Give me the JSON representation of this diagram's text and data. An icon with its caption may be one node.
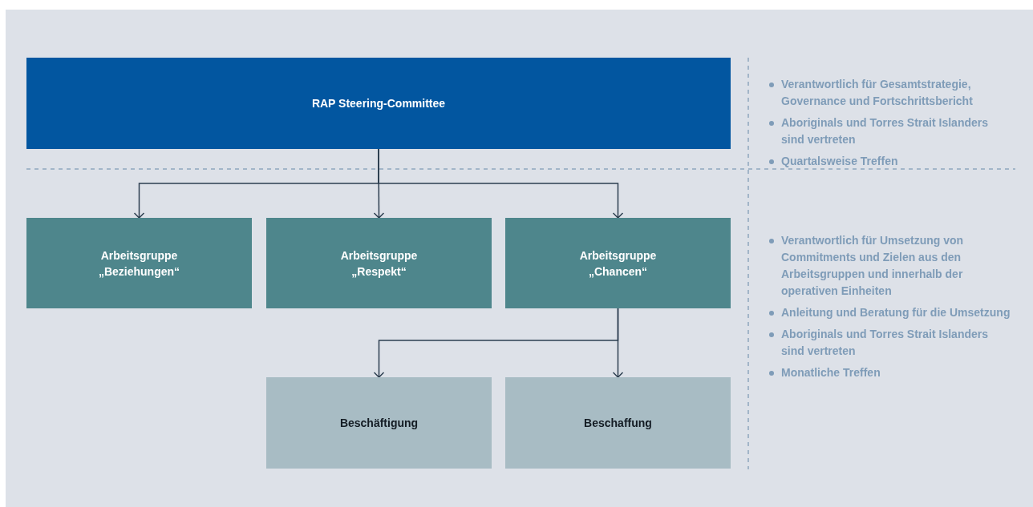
{
  "diagram": {
    "nodes": [
      {
        "text": [
          "RAP Steering-Committee"
        ]
      },
      {
        "text": [
          "Arbeitsgruppe „Beziehungen“"
        ]
      },
      {
        "text": [
          "Arbeitsgruppe „Respekt“"
        ]
      },
      {
        "text": [
          "Arbeitsgruppe „Chancen“"
        ]
      },
      {
        "text": [
          "Beschäftigung"
        ]
      },
      {
        "text": [
          "Beschaffung"
        ]
      }
    ],
    "edges": [
      {
        "from": 0,
        "to": 1,
        "arrow": "to"
      },
      {
        "from": 0,
        "to": 2,
        "arrow": "to"
      },
      {
        "from": 0,
        "to": 3,
        "arrow": "to"
      },
      {
        "from": 3,
        "to": 4,
        "arrow": "to"
      },
      {
        "from": 3,
        "to": 5,
        "arrow": "to"
      }
    ],
    "labels": [
      "Verantwortlich für Gesamtstrategie, Governance und Fortschrittsbericht",
      "Aboriginals und Torres Strait Islanders sind vertreten",
      "Quartalsweise Treffen",
      "Verantwortlich für Umsetzung von Commitments und Zielen aus den Arbeitsgruppen und innerhalb der operativen Einheiten",
      "Anleitung und Beratung für die Umsetzung",
      "Aboriginals und Torres Strait Islanders sind vertreten",
      "Monatliche Treffen"
    ]
  }
}
